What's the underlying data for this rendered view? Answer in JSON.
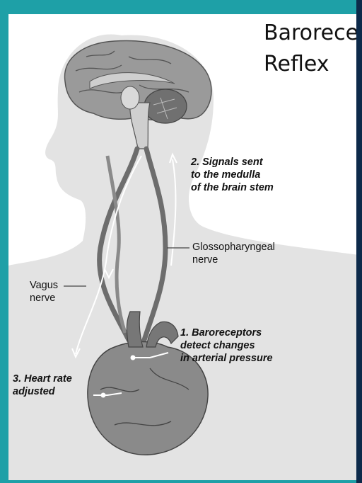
{
  "title": {
    "line1": "Barorecep",
    "line2": "Reflex"
  },
  "labels": {
    "signals": [
      "2. Signals sent",
      "to the medulla",
      "of the brain stem"
    ],
    "glosso": [
      "Glossopharyngeal",
      "nerve"
    ],
    "vagus": [
      "Vagus",
      "nerve"
    ],
    "baro": [
      "1. Baroreceptors",
      "detect changes",
      "in arterial pressure"
    ],
    "heart": [
      "3. Heart rate",
      "adjusted"
    ]
  },
  "colors": {
    "frame": "#1ea0a7",
    "accent_strip": "#0d2a4a",
    "silhouette": "#e3e3e3",
    "nerve": "#6d6d6d",
    "heart": "#8a8a8a"
  }
}
